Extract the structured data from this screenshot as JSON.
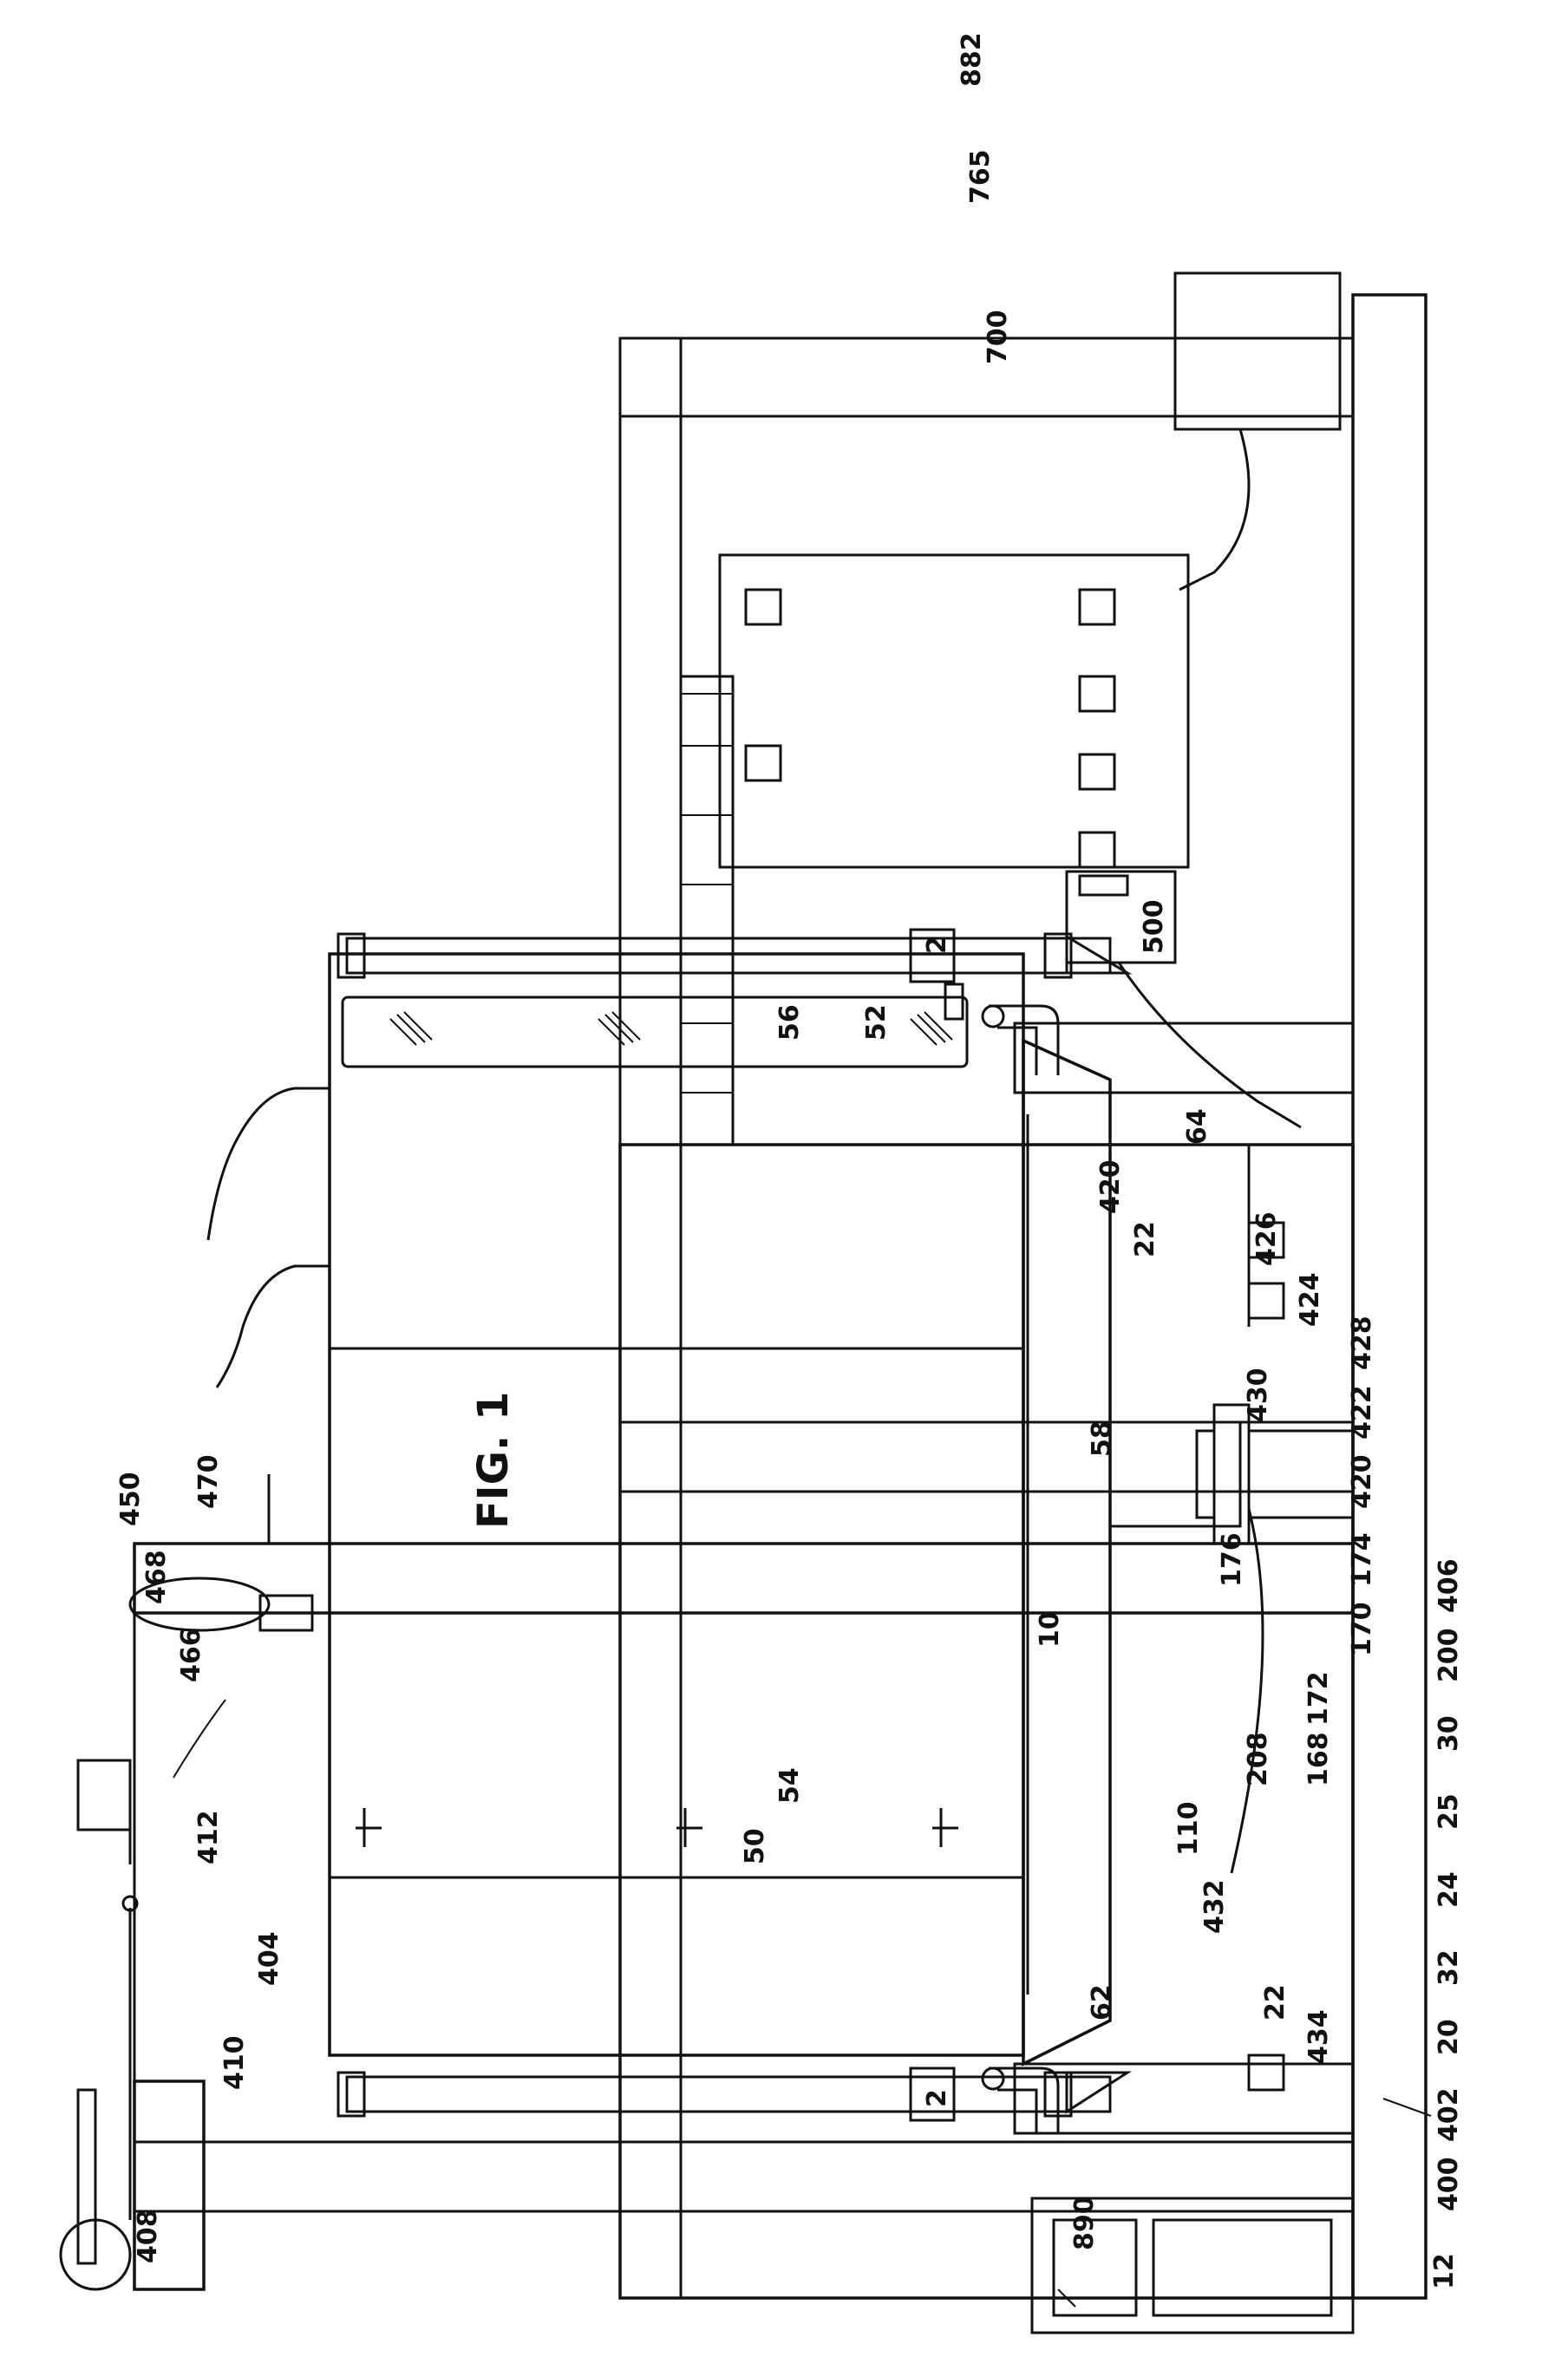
{
  "figure": {
    "title": "FIG. 1"
  },
  "labels": {
    "l10": "10",
    "l12": "12",
    "l20": "20",
    "l22a": "22",
    "l22b": "22",
    "l24": "24",
    "l25": "25",
    "l30": "30",
    "l32": "32",
    "l50": "50",
    "l52": "52",
    "l54": "54",
    "l56": "56",
    "l58": "58",
    "l62": "62",
    "l64": "64",
    "l110": "110",
    "l168": "168",
    "l170": "170",
    "l172": "172",
    "l174": "174",
    "l176": "176",
    "l200": "200",
    "l208": "208",
    "l400": "400",
    "l402": "402",
    "l404": "404",
    "l406": "406",
    "l408": "408",
    "l410": "410",
    "l412": "412",
    "l420a": "420",
    "l420b": "420",
    "l422": "422",
    "l424": "424",
    "l426": "426",
    "l428": "428",
    "l430": "430",
    "l432": "432",
    "l434": "434",
    "l450": "450",
    "l466": "466",
    "l468": "468",
    "l470": "470",
    "l500": "500",
    "l700": "700",
    "l765": "765",
    "l882": "882",
    "l890": "890",
    "sec2a": "2",
    "sec2b": "2"
  }
}
